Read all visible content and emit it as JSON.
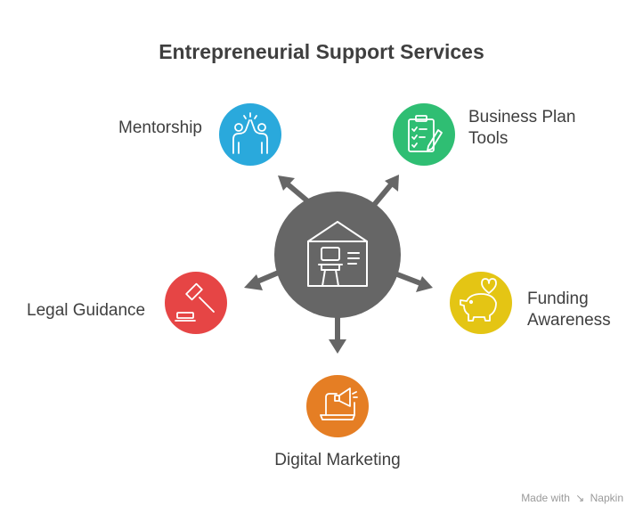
{
  "title": "Entrepreneurial Support Services",
  "center": {
    "icon": "laboratory-house-icon",
    "color": "#666666"
  },
  "services": [
    {
      "id": "mentorship",
      "label_lines": [
        "Mentorship"
      ],
      "icon": "people-high-five-icon",
      "color": "#2aa9dc"
    },
    {
      "id": "business-plan-tools",
      "label_lines": [
        "Business Plan",
        "Tools"
      ],
      "icon": "clipboard-pencil-icon",
      "color": "#2fbe73"
    },
    {
      "id": "funding-awareness",
      "label_lines": [
        "Funding",
        "Awareness"
      ],
      "icon": "piggy-bank-heart-icon",
      "color": "#e4c514"
    },
    {
      "id": "digital-marketing",
      "label_lines": [
        "Digital Marketing"
      ],
      "icon": "laptop-megaphone-icon",
      "color": "#e57e24"
    },
    {
      "id": "legal-guidance",
      "label_lines": [
        "Legal Guidance"
      ],
      "icon": "gavel-icon",
      "color": "#e64545"
    }
  ],
  "watermark": {
    "prefix": "Made with",
    "brand": "Napkin"
  }
}
